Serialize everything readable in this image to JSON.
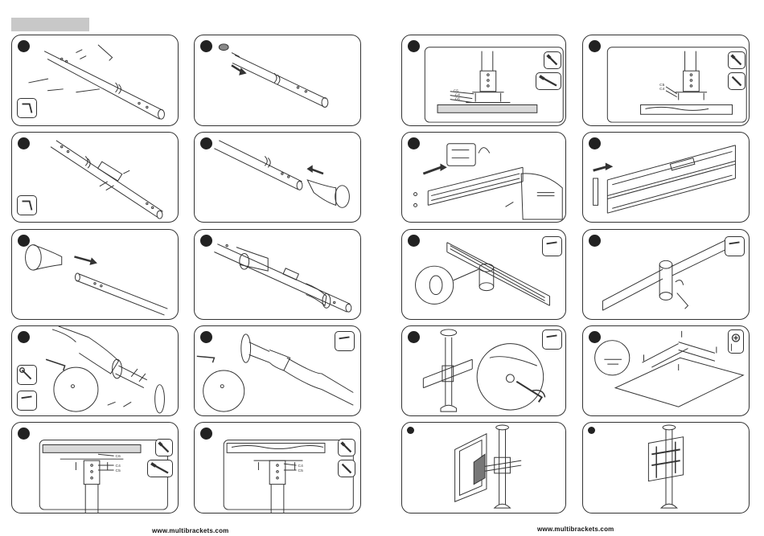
{
  "footer": {
    "url_left": "www.multibrackets.com",
    "url_right": "www.multibrackets.com"
  },
  "part_labels": {
    "c4": "C4",
    "c5": "C5",
    "c6": "C6"
  },
  "icons": {
    "hex_key": "hex-key-icon",
    "wrench": "wrench-icon",
    "screwdriver": "screwdriver-icon",
    "drill": "drill-icon",
    "level": "level-icon"
  },
  "colors": {
    "outline": "#333333",
    "step_marker": "#222222",
    "header_bar": "#c8c8c8"
  }
}
